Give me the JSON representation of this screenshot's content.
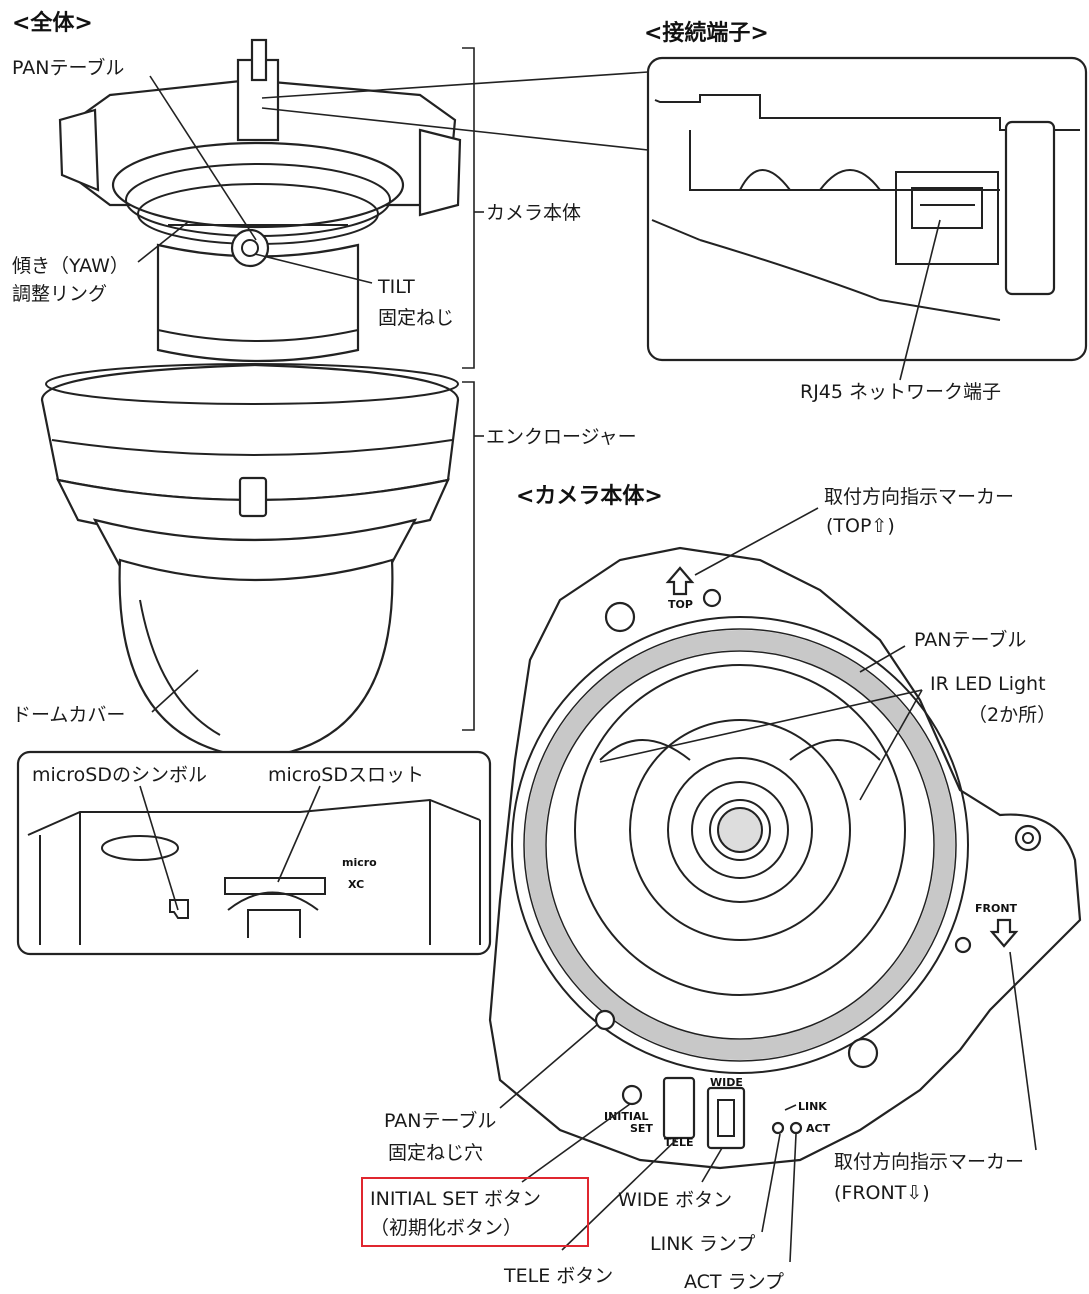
{
  "headers": {
    "overall": "<全体>",
    "connector": "<接続端子>",
    "camera_body": "<カメラ本体>"
  },
  "labels": {
    "pan_table_top": "PANテーブル",
    "yaw_ring_line1": "傾き（YAW）",
    "yaw_ring_line2": "調整リング",
    "tilt_line1": "TILT",
    "tilt_line2": "固定ねじ",
    "camera_body_bracket": "カメラ本体",
    "enclosure": "エンクロージャー",
    "dome_cover": "ドームカバー",
    "rj45": "RJ45 ネットワーク端子",
    "microsd_symbol": "microSDのシンボル",
    "microsd_slot": "microSDスロット",
    "top_marker_line1": "取付方向指示マーカー",
    "top_marker_line2": "(TOP⇧)",
    "pan_table_right": "PANテーブル",
    "ir_led_line1": "IR LED Light",
    "ir_led_line2": "（2か所）",
    "pan_hole_line1": "PANテーブル",
    "pan_hole_line2": "固定ねじ穴",
    "initial_set_line1": "INITIAL SET ボタン",
    "initial_set_line2": "（初期化ボタン）",
    "wide_button": "WIDE ボタン",
    "link_lamp": "LINK ランプ",
    "tele_button": "TELE ボタン",
    "act_lamp": "ACT ランプ",
    "front_marker_line1": "取付方向指示マーカー",
    "front_marker_line2": "(FRONT⇩)"
  },
  "device_markings": {
    "top": "TOP",
    "front": "FRONT",
    "wide": "WIDE",
    "initial": "INITIAL",
    "set": "SET",
    "tele": "TELE",
    "link": "LINK",
    "act": "ACT",
    "micro": "micro",
    "xc": "XC"
  },
  "colors": {
    "highlight_box": "#e0262f",
    "ring_gray": "#c8c8c8"
  }
}
